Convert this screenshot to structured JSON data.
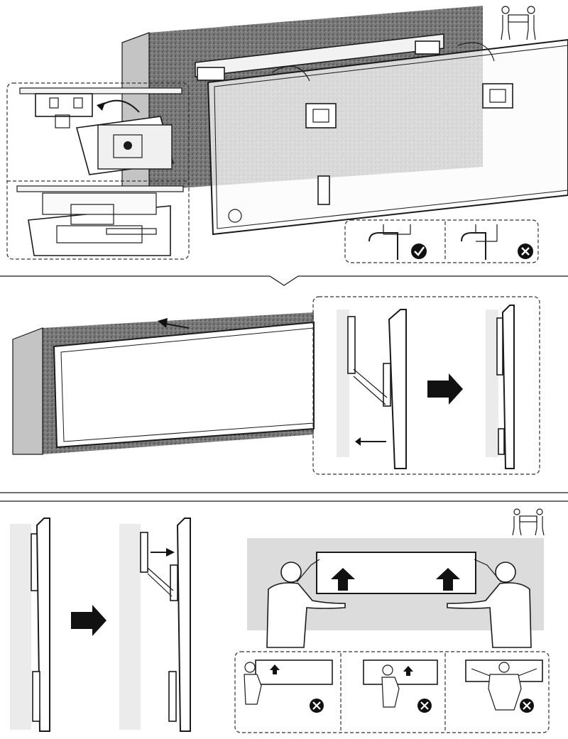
{
  "manual": {
    "steps": [
      {
        "id": "hang-bracket",
        "note": "two-person-lift"
      },
      {
        "id": "slide-to-wall"
      },
      {
        "id": "lift-and-lock",
        "note": "two-person-lift"
      }
    ],
    "marks": {
      "correct": "check-mark",
      "incorrect": "cross-mark"
    },
    "colors": {
      "wall_texture": "#6e6e6e",
      "wall_side": "#bdbdbd",
      "panel_grey": "#dcdcdc",
      "line": "#1a1a1a"
    }
  }
}
